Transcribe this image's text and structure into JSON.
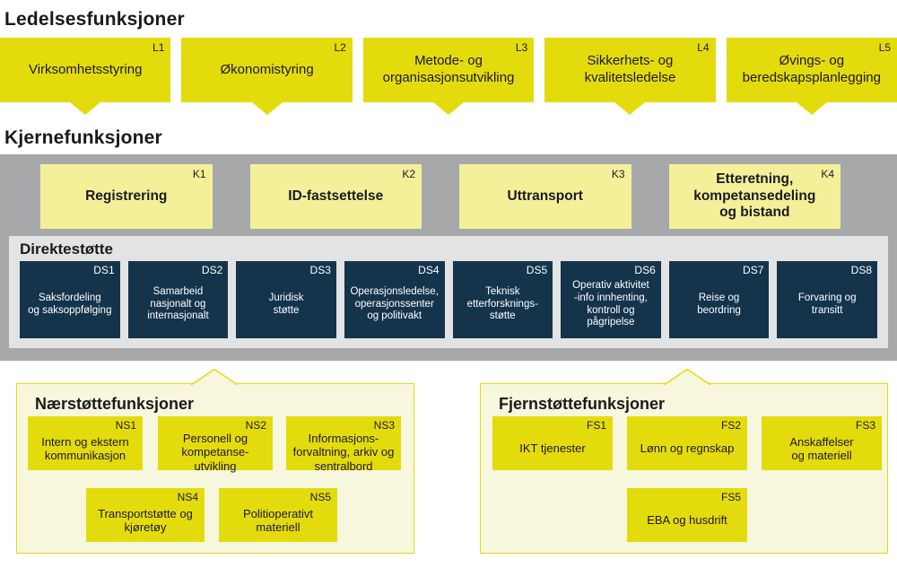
{
  "colors": {
    "yellow": "#E4DB0C",
    "pale_yellow": "#F4F09A",
    "navy": "#14344C",
    "gray": "#A7A8AA",
    "light_gray": "#E3E3E3",
    "pale_panel": "#F7F7DE",
    "text_dark": "#1A1A1A",
    "text_light": "#FFFFFF"
  },
  "sections": {
    "ledelse": {
      "title": "Ledelsesfunksjoner",
      "boxes": [
        {
          "id": "L1",
          "label": "Virksomhetsstyring"
        },
        {
          "id": "L2",
          "label": "Økonomistyring"
        },
        {
          "id": "L3",
          "label": "Metode- og\norganisasjonsutvikling"
        },
        {
          "id": "L4",
          "label": "Sikkerhets- og\nkvalitetsledelse"
        },
        {
          "id": "L5",
          "label": "Øvings- og\nberedskapsplanlegging"
        }
      ]
    },
    "kjerne": {
      "title": "Kjernefunksjoner",
      "boxes": [
        {
          "id": "K1",
          "label": "Registrering"
        },
        {
          "id": "K2",
          "label": "ID-fastsettelse"
        },
        {
          "id": "K3",
          "label": "Uttransport"
        },
        {
          "id": "K4",
          "label": "Etteretning,\nkompetansedeling\nog bistand"
        }
      ]
    },
    "direkte": {
      "title": "Direktestøtte",
      "boxes": [
        {
          "id": "DS1",
          "label": "Saksfordeling\nog saksoppfølging"
        },
        {
          "id": "DS2",
          "label": "Samarbeid\nnasjonalt og\ninternasjonalt"
        },
        {
          "id": "DS3",
          "label": "Juridisk\nstøtte"
        },
        {
          "id": "DS4",
          "label": "Operasjonsledelse,\noperasjonssenter\nog politivakt"
        },
        {
          "id": "DS5",
          "label": "Teknisk\netterforsknings-\nstøtte"
        },
        {
          "id": "DS6",
          "label": "Operativ aktivitet\n-info innhenting,\nkontroll og\npågripelse"
        },
        {
          "id": "DS7",
          "label": "Reise og\nbeordring"
        },
        {
          "id": "DS8",
          "label": "Forvaring og\ntransitt"
        }
      ]
    },
    "naer": {
      "title": "Nærstøttefunksjoner",
      "rows": [
        [
          {
            "id": "NS1",
            "label": "Intern og ekstern\nkommunikasjon"
          },
          {
            "id": "NS2",
            "label": "Personell og\nkompetanse-\nutvikling"
          },
          {
            "id": "NS3",
            "label": "Informasjons-\nforvaltning, arkiv og\nsentralbord"
          }
        ],
        [
          {
            "id": "NS4",
            "label": "Transportstøtte og\nkjøretøy"
          },
          {
            "id": "NS5",
            "label": "Politioperativt\nmateriell"
          }
        ]
      ]
    },
    "fjern": {
      "title": "Fjernstøttefunksjoner",
      "rows": [
        [
          {
            "id": "FS1",
            "label": "IKT tjenester"
          },
          {
            "id": "FS2",
            "label": "Lønn og regnskap"
          },
          {
            "id": "FS3",
            "label": "Anskaffelser\nog materiell"
          }
        ],
        [
          {
            "id": "FS5",
            "label": "EBA og husdrift"
          }
        ]
      ]
    }
  }
}
